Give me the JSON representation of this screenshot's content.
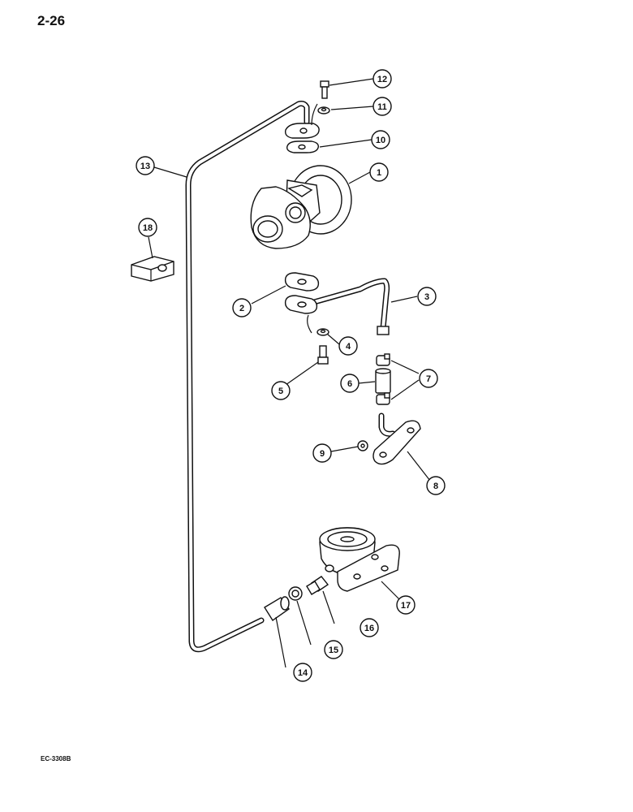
{
  "page_number": "2-26",
  "doc_code": "EC-3308B",
  "callouts": [
    {
      "label": "1"
    },
    {
      "label": "2"
    },
    {
      "label": "3"
    },
    {
      "label": "4"
    },
    {
      "label": "5"
    },
    {
      "label": "6"
    },
    {
      "label": "7"
    },
    {
      "label": "8"
    },
    {
      "label": "9"
    },
    {
      "label": "10"
    },
    {
      "label": "11"
    },
    {
      "label": "12"
    },
    {
      "label": "13"
    },
    {
      "label": "14"
    },
    {
      "label": "15"
    },
    {
      "label": "16"
    },
    {
      "label": "17"
    },
    {
      "label": "18"
    }
  ]
}
